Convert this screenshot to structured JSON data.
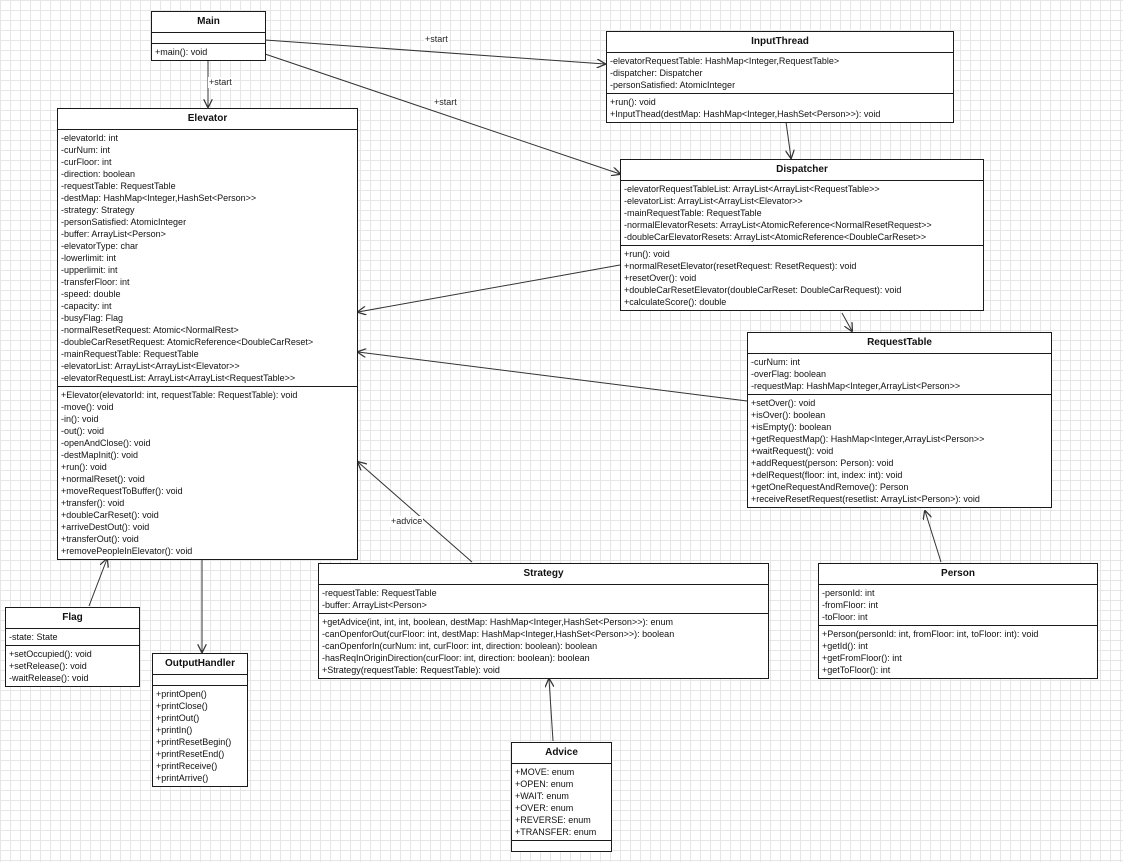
{
  "classes": {
    "main": {
      "name": "Main",
      "attributes": [],
      "methods": [
        "+main(): void"
      ]
    },
    "input_thread": {
      "name": "InputThread",
      "attributes": [
        "-elevatorRequestTable: HashMap<Integer,RequestTable>",
        "-dispatcher: Dispatcher",
        "-personSatisfied: AtomicInteger"
      ],
      "methods": [
        "+run(): void",
        "+InputThead(destMap: HashMap<Integer,HashSet<Person>>): void"
      ]
    },
    "dispatcher": {
      "name": "Dispatcher",
      "attributes": [
        "-elevatorRequestTableList: ArrayList<ArrayList<RequestTable>>",
        "-elevatorList: ArrayList<ArrayList<Elevator>>",
        "-mainRequestTable: RequestTable",
        "-normalElevatorResets: ArrayList<AtomicReference<NormalResetRequest>>",
        "-doubleCarElevatorResets: ArrayList<AtomicReference<DoubleCarReset>>"
      ],
      "methods": [
        "+run(): void",
        "+normalResetElevator(resetRequest: ResetRequest): void",
        "+resetOver(): void",
        "+doubleCarResetElevator(doubleCarReset: DoubleCarRequest): void",
        "+calculateScore(): double"
      ]
    },
    "elevator": {
      "name": "Elevator",
      "attributes": [
        "-elevatorId: int",
        "-curNum: int",
        "-curFloor: int",
        "-direction: boolean",
        "-requestTable: RequestTable",
        "-destMap: HashMap<Integer,HashSet<Person>>",
        "-strategy: Strategy",
        "-personSatisfied: AtomicInteger",
        "-buffer: ArrayList<Person>",
        "-elevatorType: char",
        "-lowerlimit: int",
        "-upperlimit: int",
        "-transferFloor: int",
        "-speed: double",
        "-capacity: int",
        "-busyFlag: Flag",
        "-normalResetRequest: Atomic<NormalRest>",
        "-doubleCarResetRequest: AtomicReference<DoubleCarReset>",
        "-mainRequestTable: RequestTable",
        "-elevatorList: ArrayList<ArrayList<Elevator>>",
        "-elevatorRequestList: ArrayList<ArrayList<RequestTable>>"
      ],
      "methods": [
        "+Elevator(elevatorId: int, requestTable: RequestTable): void",
        "-move(): void",
        "-in(): void",
        "-out(): void",
        "-openAndClose(): void",
        "-destMapInit(): void",
        "+run(): void",
        "+normalReset(): void",
        "+moveRequestToBuffer(): void",
        "+transfer(): void",
        "+doubleCarReset(): void",
        "+arriveDestOut(): void",
        "+transferOut(): void",
        "+removePeopleInElevator(): void"
      ]
    },
    "request_table": {
      "name": "RequestTable",
      "attributes": [
        "-curNum: int",
        "-overFlag: boolean",
        "-requestMap: HashMap<Integer,ArrayList<Person>>"
      ],
      "methods": [
        "+setOver(): void",
        "+isOver(): boolean",
        "+isEmpty(): boolean",
        "+getRequestMap(): HashMap<Integer,ArrayList<Person>>",
        "+waitRequest(): void",
        "+addRequest(person: Person): void",
        "+delRequest(floor: int, index: int): void",
        "+getOneRequestAndRemove(): Person",
        "+receiveResetRequest(resetlist: ArrayList<Person>): void"
      ]
    },
    "strategy": {
      "name": "Strategy",
      "attributes": [
        "-requestTable: RequestTable",
        "-buffer: ArrayList<Person>"
      ],
      "methods": [
        "+getAdvice(int, int, int, boolean, destMap: HashMap<Integer,HashSet<Person>>): enum",
        "-canOpenforOut(curFloor: int, destMap: HashMap<Integer,HashSet<Person>>): boolean",
        "-canOpenforIn(curNum: int, curFloor: int, direction: boolean): boolean",
        "-hasReqInOriginDirection(curFloor: int, direction: boolean): boolean",
        "+Strategy(requestTable: RequestTable): void"
      ]
    },
    "person": {
      "name": "Person",
      "attributes": [
        "-personId: int",
        "-fromFloor: int",
        "-toFloor: int"
      ],
      "methods": [
        "+Person(personId: int, fromFloor: int, toFloor: int): void",
        "+getId(): int",
        "+getFromFloor(): int",
        "+getToFloor(): int"
      ]
    },
    "flag": {
      "name": "Flag",
      "attributes": [
        "-state: State"
      ],
      "methods": [
        "+setOccupied(): void",
        "+setRelease(): void",
        "-waitRelease(): void"
      ]
    },
    "output_handler": {
      "name": "OutputHandler",
      "attributes": [],
      "methods": [
        "+printOpen()",
        "+printClose()",
        "+printOut()",
        "+printIn()",
        "+printResetBegin()",
        "+printResetEnd()",
        "+printReceive()",
        "+printArrive()"
      ]
    },
    "advice": {
      "name": "Advice",
      "attributes": [
        "+MOVE: enum",
        "+OPEN: enum",
        "+WAIT: enum",
        "+OVER: enum",
        "+REVERSE: enum",
        "+TRANSFER: enum"
      ],
      "methods": []
    }
  },
  "edge_labels": {
    "main_to_elevator": "+start",
    "main_to_input_thread": "+start",
    "main_to_dispatcher": "+start",
    "strategy_to_elevator": "+advice"
  }
}
